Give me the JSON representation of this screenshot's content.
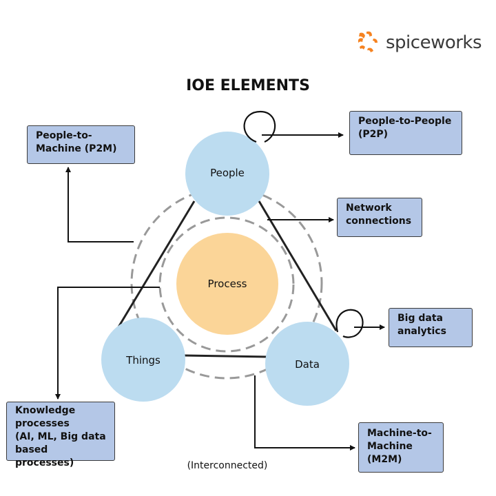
{
  "brand": {
    "name": "spiceworks",
    "accent_color": "#f58220"
  },
  "title": "IOE ELEMENTS",
  "nodes": {
    "people": "People",
    "process": "Process",
    "things": "Things",
    "data": "Data"
  },
  "boxes": {
    "p2m": "People-to-\nMachine (P2M)",
    "p2p": "People-to-People\n(P2P)",
    "network": "Network\nconnections",
    "big_data": "Big data\nanalytics",
    "knowledge": "Knowledge\nprocesses\n(AI, ML, Big data\nbased processes)",
    "m2m": "Machine-to-\nMachine\n(M2M)"
  },
  "caption": "(Interconnected)",
  "colors": {
    "node_fill": "#bcdcf0",
    "process_fill": "#fbd598",
    "box_fill": "#b4c7e7",
    "dashed": "#999999"
  }
}
